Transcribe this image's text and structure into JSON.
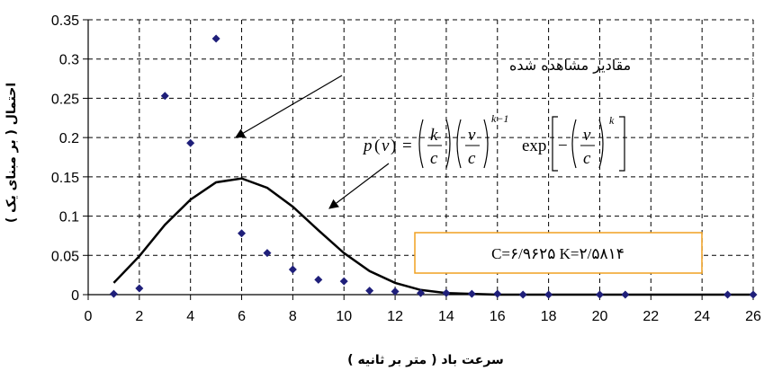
{
  "chart_data": {
    "type": "scatter",
    "xlabel": "سرعت باد ( متر بر ثانيه )",
    "ylabel": "احتمال ( بر مبنای يک )",
    "xlim": [
      0,
      26
    ],
    "ylim": [
      0,
      0.35
    ],
    "xticks": [
      "0",
      "2",
      "4",
      "6",
      "8",
      "10",
      "12",
      "14",
      "16",
      "18",
      "20",
      "22",
      "24",
      "26"
    ],
    "yticks": [
      "0",
      "0.05",
      "0.1",
      "0.15",
      "0.2",
      "0.25",
      "0.3",
      "0.35"
    ],
    "grid": true,
    "observed": {
      "name": "مقادير مشاهده شده",
      "color": "#1f1f7a",
      "x": [
        1,
        2,
        3,
        4,
        5,
        6,
        7,
        8,
        9,
        10,
        11,
        12,
        13,
        14,
        15,
        16,
        17,
        18,
        20,
        21,
        25,
        26
      ],
      "y": [
        0.001,
        0.008,
        0.253,
        0.193,
        0.326,
        0.078,
        0.053,
        0.032,
        0.019,
        0.017,
        0.005,
        0.004,
        0.002,
        0.002,
        0.001,
        0.001,
        0.0,
        0.0,
        0.0,
        0.0,
        0.0,
        0.0
      ]
    },
    "fitted": {
      "color": "#000000",
      "x": [
        1,
        2,
        3,
        4,
        5,
        6,
        7,
        8,
        9,
        10,
        11,
        12,
        13,
        14,
        15,
        16,
        17,
        18,
        19,
        20,
        21,
        22,
        23,
        24,
        25,
        26
      ],
      "y": [
        0.015,
        0.049,
        0.089,
        0.121,
        0.143,
        0.148,
        0.136,
        0.112,
        0.082,
        0.053,
        0.03,
        0.015,
        0.006,
        0.002,
        0.001,
        0.0,
        0.0,
        0.0,
        0.0,
        0.0,
        0.0,
        0.0,
        0.0,
        0.0,
        0.0,
        0.0
      ]
    },
    "annotations": {
      "observed_label": "مقادير مشاهده شده",
      "formula": {
        "lhs": "p",
        "var": "v",
        "k": "k",
        "c": "c",
        "exp_word": "exp",
        "power": "k−1"
      },
      "params_box": {
        "text": "C=۶/۹۶۲۵ K=۲/۵۸۱۴",
        "border_color": "#f0a020"
      }
    }
  }
}
